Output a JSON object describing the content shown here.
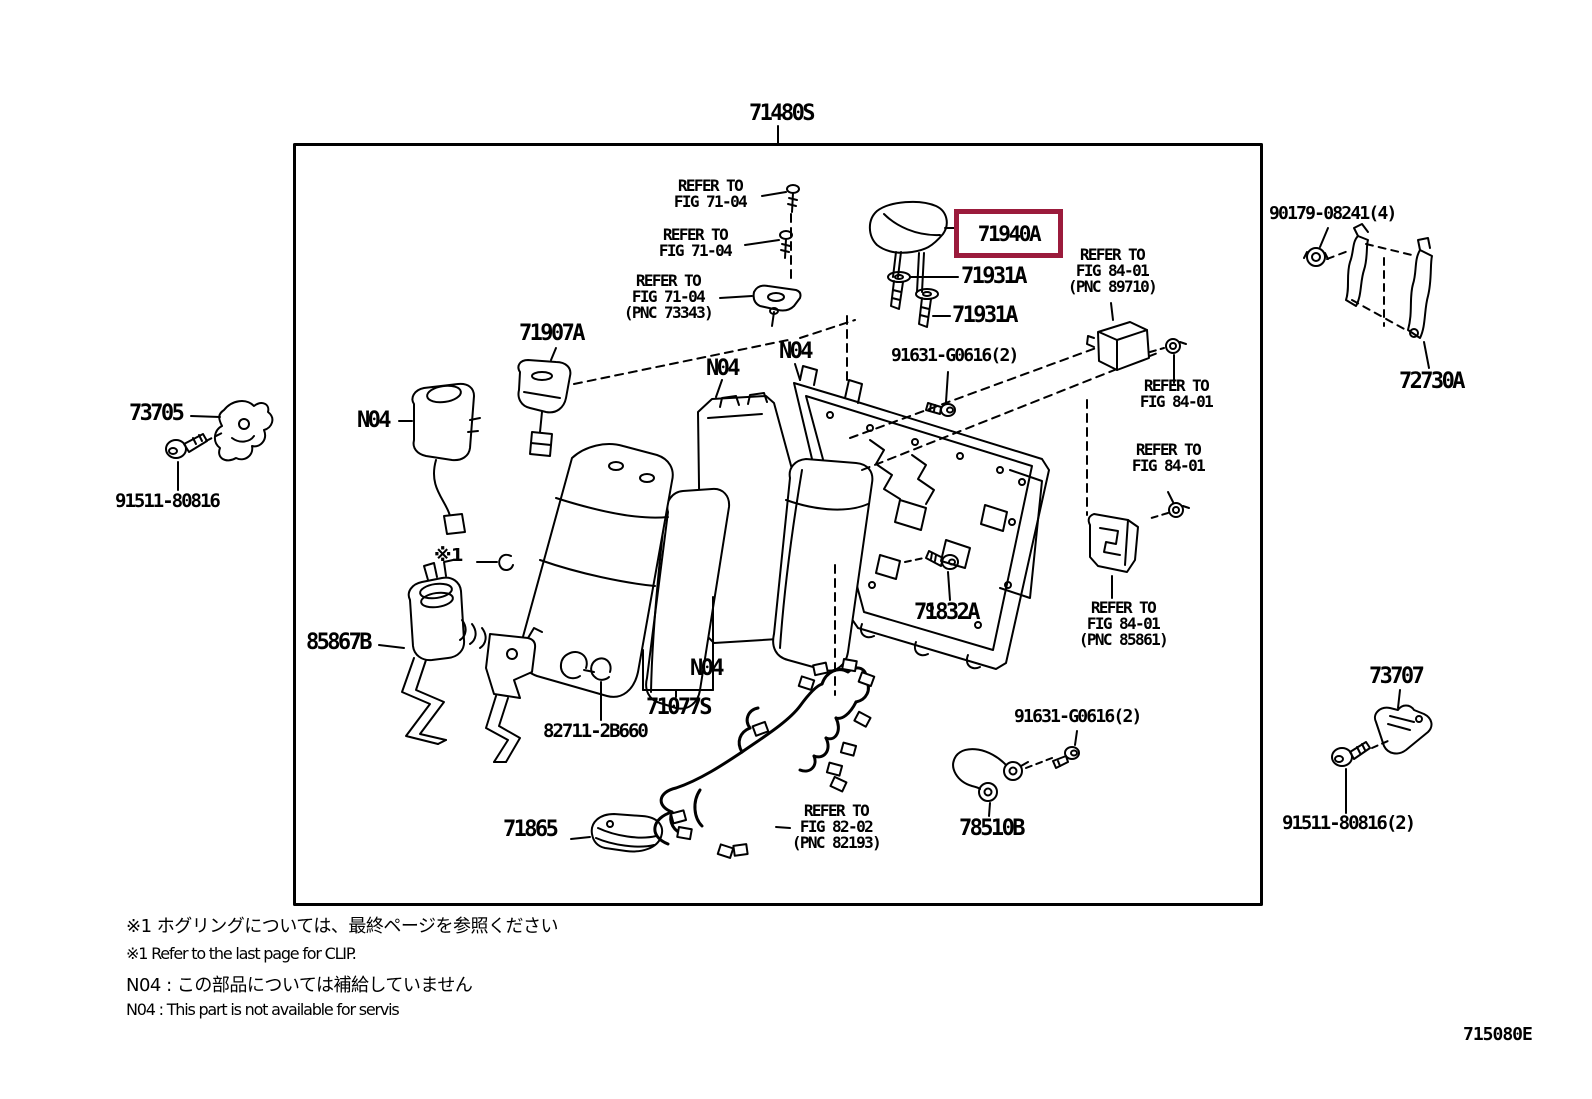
{
  "figure": {
    "code": "715080E",
    "highlight_color": "#9B1B3C",
    "line_color": "#000000"
  },
  "callouts": {
    "c71480s": "71480S",
    "refer_7104": "REFER TO\nFIG 71-04",
    "refer_7104_pnc73343": "REFER TO\nFIG 71-04\n(PNC 73343)",
    "c71940a": "71940A",
    "c71931a": "71931A",
    "refer_8401_pnc89710": "REFER TO\nFIG 84-01\n(PNC 89710)",
    "refer_8401": "REFER TO\nFIG 84-01",
    "refer_8401_pnc85861": "REFER TO\nFIG 84-01\n(PNC 85861)",
    "refer_8202_pnc82193": "REFER TO\nFIG 82-02\n(PNC 82193)",
    "c90179": "90179-08241(4)",
    "c72730a": "72730A",
    "c73705": "73705",
    "c91511": "91511-80816",
    "c91511_2": "91511-80816(2)",
    "n04": "N04",
    "c71907a": "71907A",
    "c91631": "91631-G0616(2)",
    "kome1": "※1",
    "c71832a": "71832A",
    "c85867b": "85867B",
    "c82711": "82711-2B660",
    "c71077s": "71077S",
    "c71865": "71865",
    "c78510b": "78510B",
    "c73707": "73707"
  },
  "notes": {
    "jp1": "※1 ホグリングについては、最終ページを参照ください",
    "en1": "※1 Refer to the last page for CLIP.",
    "jp2": "N04 : この部品については補給していません",
    "en2": "N04 : This part is not available for servis"
  }
}
